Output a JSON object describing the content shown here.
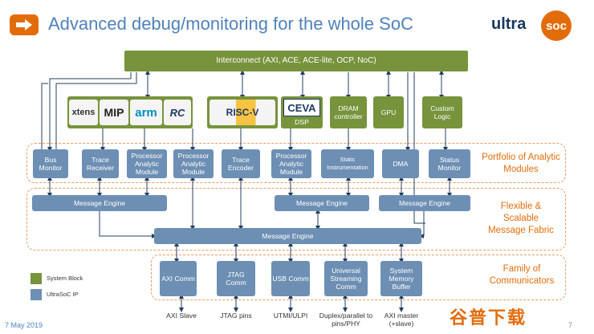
{
  "header": {
    "title": "Advanced debug/monitoring for the whole SoC",
    "arrow_icon": "arrow-right-icon",
    "brand": {
      "part1": "ultra",
      "part2": "soc"
    }
  },
  "interconnect": "Interconnect (AXI, ACE, ACE-lite, OCP, NoC)",
  "system_blocks": {
    "cpu_logos": {
      "xtensa": "xtens",
      "mips": "MIP",
      "arm": "arm",
      "arc": "RC"
    },
    "riscv_logos": {
      "riscv": "RISC-V",
      "ceva": "CEVA",
      "ceva_sub": "DSP"
    },
    "dram": "DRAM controller",
    "gpu": "GPU",
    "custom": "Custom Logic"
  },
  "analytic_modules": [
    "Bus Monitor",
    "Trace Receiver",
    "Processor Analytic Module",
    "Processor Analytic Module",
    "Trace Encoder",
    "Processor Analytic Module",
    "Static Instrumentation",
    "DMA",
    "Status Monitor"
  ],
  "message_engines": [
    "Message Engine",
    "Message Engine",
    "Message Engine",
    "Message Engine"
  ],
  "communicators": [
    "AXI Comm",
    "JTAG Comm",
    "USB Comm",
    "Universal Streaming Comm",
    "System Memory Buffer"
  ],
  "external": [
    "AXI Slave",
    "JTAG pins",
    "UTMI/ULPI",
    "Duplex/parallel to pins/PHY",
    "AXI master (+slave)"
  ],
  "sections": {
    "portfolio": "Portfolio of Analytic Modules",
    "fabric": "Flexible & Scalable Message Fabric",
    "family": "Family of Communicators"
  },
  "legend": {
    "system": "System Block",
    "ip": "UltraSoC IP",
    "system_color": "#77933c",
    "ip_color": "#6d8fb3"
  },
  "footer": {
    "date": "7 May 2019",
    "page": "7",
    "watermark": "谷普下载"
  },
  "colors": {
    "green": "#77933c",
    "blue": "#6d8fb3",
    "orange": "#e36c0a",
    "title": "#4f81bd"
  }
}
